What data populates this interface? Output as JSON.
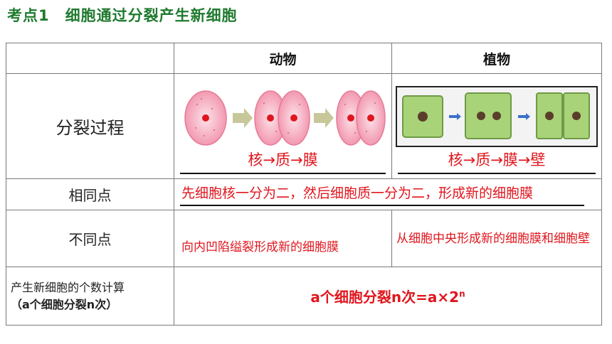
{
  "title": {
    "label": "考点1",
    "text": "细胞通过分裂产生新细胞"
  },
  "table": {
    "headers": {
      "blank": "",
      "animal": "动物",
      "plant": "植物"
    },
    "rows": {
      "process": {
        "label": "分裂过程",
        "animal_sequence": "核→质→膜",
        "plant_sequence": "核→质→膜→壁"
      },
      "same": {
        "label": "相同点",
        "text": "先细胞核一分为二，然后细胞质一分为二，形成新的细胞膜"
      },
      "diff": {
        "label": "不同点",
        "animal": "向内凹陷缢裂形成新的细胞膜",
        "plant": "从细胞中央形成新的细胞膜和细胞壁"
      },
      "count": {
        "label_line1": "产生新细胞的个数计算",
        "label_line2": "（a个细胞分裂n次）",
        "formula_main": "a个细胞分裂n次=a×2",
        "formula_sup": "n"
      }
    }
  },
  "colors": {
    "title": "#1f7a2e",
    "red": "#e0161d",
    "animal_cell": "#f2a7b8",
    "plant_cell": "#9ccf6c"
  }
}
